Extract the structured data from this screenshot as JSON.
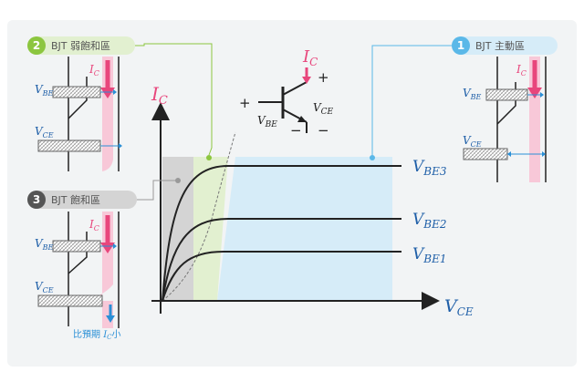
{
  "regions": {
    "active": {
      "number": "1",
      "label": "BJT 主動區"
    },
    "saturation_weak": {
      "number": "2",
      "label": "BJT 弱飽和區"
    },
    "saturation": {
      "number": "3",
      "label": "BJT 飽和區"
    }
  },
  "graph": {
    "y_axis_label": "I",
    "y_axis_sub": "C",
    "x_axis_label": "V",
    "x_axis_sub": "CE",
    "curves": [
      {
        "label": "V",
        "sub": "BE3"
      },
      {
        "label": "V",
        "sub": "BE2"
      },
      {
        "label": "V",
        "sub": "BE1"
      }
    ]
  },
  "transistor": {
    "ic_label": "I",
    "ic_sub": "C",
    "vbe_label": "V",
    "vbe_sub": "BE",
    "vce_label": "V",
    "vce_sub": "CE",
    "plus": "+",
    "minus": "−"
  },
  "mini_labels": {
    "vbe": "V",
    "vbe_sub": "BE",
    "vce": "V",
    "vce_sub": "CE",
    "ic": "I",
    "ic_sub": "C"
  },
  "note": {
    "prefix": "比預期 ",
    "ic": "I",
    "ic_sub": "C",
    "suffix": "小"
  },
  "colors": {
    "accent_pink": "#e8467c",
    "light_pink": "#f8c8d8",
    "active_blue": "#d6ecf8",
    "active_badge": "#5bb8e8",
    "weak_green": "#e2f0d0",
    "weak_badge": "#8cc63f",
    "sat_gray": "#d4d4d4",
    "sat_badge": "#555555",
    "vline_blue": "#2a8fd6"
  }
}
